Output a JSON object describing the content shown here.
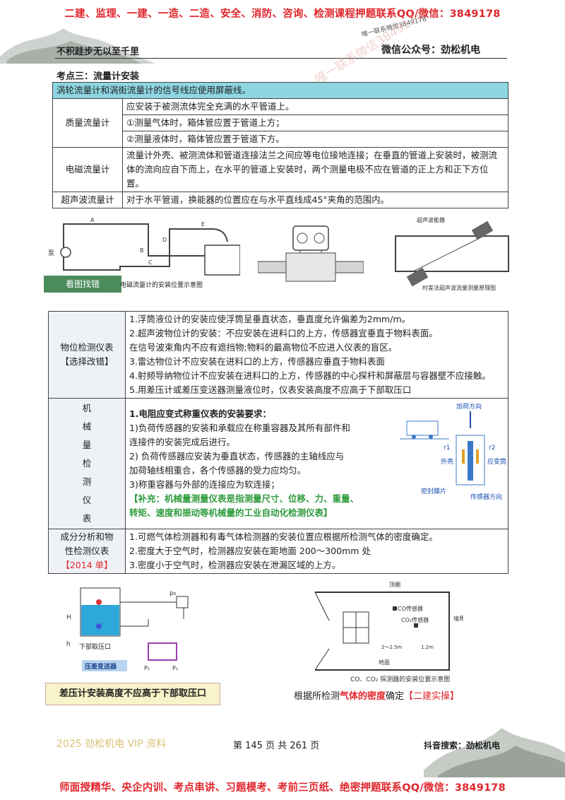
{
  "top_banner": "二建、监理、一建、一造、二造、安全、消防、咨询、检测课程押题联系QQ/微信：3849178",
  "header": {
    "left": "不积跬步无以至千里",
    "right": "微信公众号：劲松机电",
    "mini": "唯一联系微信3849178"
  },
  "watermark": "唯一联系微信3849178",
  "section_title": "考点三：流量计安装",
  "flow_table": {
    "intro": "涡轮流量计和涡街流量计的信号线应使用屏蔽线。",
    "mass_label": "质量流量计",
    "mass_rows": [
      "应安装于被测流体完全充满的水平管道上。",
      "①测量气体时，箱体管应置于管道上方；",
      "②测量液体时，箱体管应置于管道下方。"
    ],
    "em_label": "电磁流量计",
    "em_text": "流量计外壳、被测流体和管道连接法兰之间应等电位接地连接；在垂直的管道上安装时，被测流体的流向应自下而上，在水平的管道上安装时，两个测量电极不应在管道的正上方和正下方位置。",
    "us_label": "超声波流量计",
    "us_text": "对于水平管道，换能器的位置应在与水平直线成45°夹角的范围内。"
  },
  "figs_row1": {
    "green_caption": "看图找错",
    "em_caption": "电磁流量计的安装位置示意图",
    "us_caption": "时差法超声波流量测量原理图",
    "us_top": "超声波能器",
    "letters": [
      "A",
      "B",
      "C",
      "D",
      "E"
    ],
    "pump": "泵"
  },
  "level_table": {
    "label": "物位检测仪表\n【选择改错】",
    "label1": "物位检测仪表",
    "label2": "【选择改错】",
    "lines": [
      "1.浮筒液位计的安装应使浮筒呈垂直状态，垂直度允许偏差为2mm/m。",
      "2.超声波物位计的安装：不应安装在进料口的上方，传感器宜垂直于物料表面。",
      "在信号波束角内不应有遮挡物;物料的最高物位不应进入仪表的盲区。",
      "3.雷达物位计不应安装在进料口的上方，传感器应垂直于物料表面",
      "4.射频导纳物位计不应安装在进料口的上方，传感器的中心探杆和屏蔽层与容器壁不应接触。",
      "5.用差压计或差压变送器测量液位时，仪表安装高度不应高于下部取压口"
    ]
  },
  "mech_table": {
    "label_chars": [
      "机",
      "械",
      "量",
      "检",
      "测",
      "仪",
      "表"
    ],
    "lines": [
      "1.电阻应变式称重仪表的安装要求：",
      "1)负荷传感器的安装和承载应在称重容器及其所有部件和",
      "连接件的安装完成后进行。",
      "2) 负荷传感器应安装为垂直状态，传感器的主轴线应与",
      "加荷轴线相重合，各个传感器的受力应均匀。",
      "3)称重容器与外部的连接应为软连接；",
      "【补充：机械量测量仪表是指测量尺寸、位移、力、重量、",
      "转矩、速度和振动等机械量的工业自动化检测仪表】"
    ],
    "fig": {
      "top": "加荷方向",
      "r1": "r1",
      "r2": "r2",
      "shell": "外壳",
      "gauge": "应变筒",
      "seal": "密封膜片",
      "sensor": "传感器方向"
    }
  },
  "gas_table": {
    "label1": "成分分析和物",
    "label2": "性检测仪表",
    "label3": "【2014 单】",
    "lines": [
      "1.可燃气体检测器和有毒气体检测器的安装位置应根据所检测气体的密度确定。",
      "2.密度大于空气时，检测器应安装在距地面 200～300mm 处",
      "3.密度小于空气时，检测器应安装在泄漏区域的上方。"
    ]
  },
  "bottom_figs": {
    "dp_labels": {
      "H": "H",
      "h": "h",
      "p": "p₀",
      "lower": "下部取压口",
      "transmitter": "压差变送器",
      "p1": "P₁",
      "p2": "P₂"
    },
    "gas_labels": {
      "ceiling": "顶棚",
      "wall": "墙角",
      "co": "CO传感器",
      "co2": "CO₂传感器",
      "h1": "2～2.5m",
      "h2": "1.2m",
      "floor": "地面",
      "caption": "CO、CO₂ 探测器的安装位置示意图"
    },
    "note1": "差压计安装高度不应高于下部取压口",
    "note2a": "根据所检测",
    "note2b": "气体的密度",
    "note2c": "确定",
    "note2d": "【二建实操】"
  },
  "footer": {
    "vip": "2025 劲松机电 VIP 资料",
    "page": "第 145 页 共 261 页",
    "douyin": "抖音搜索：劲松机电"
  },
  "bottom_banner": "师面授精华、央企内训、考点串讲、习题模考、考前三页纸、绝密押题联系QQ/微信：3849178"
}
